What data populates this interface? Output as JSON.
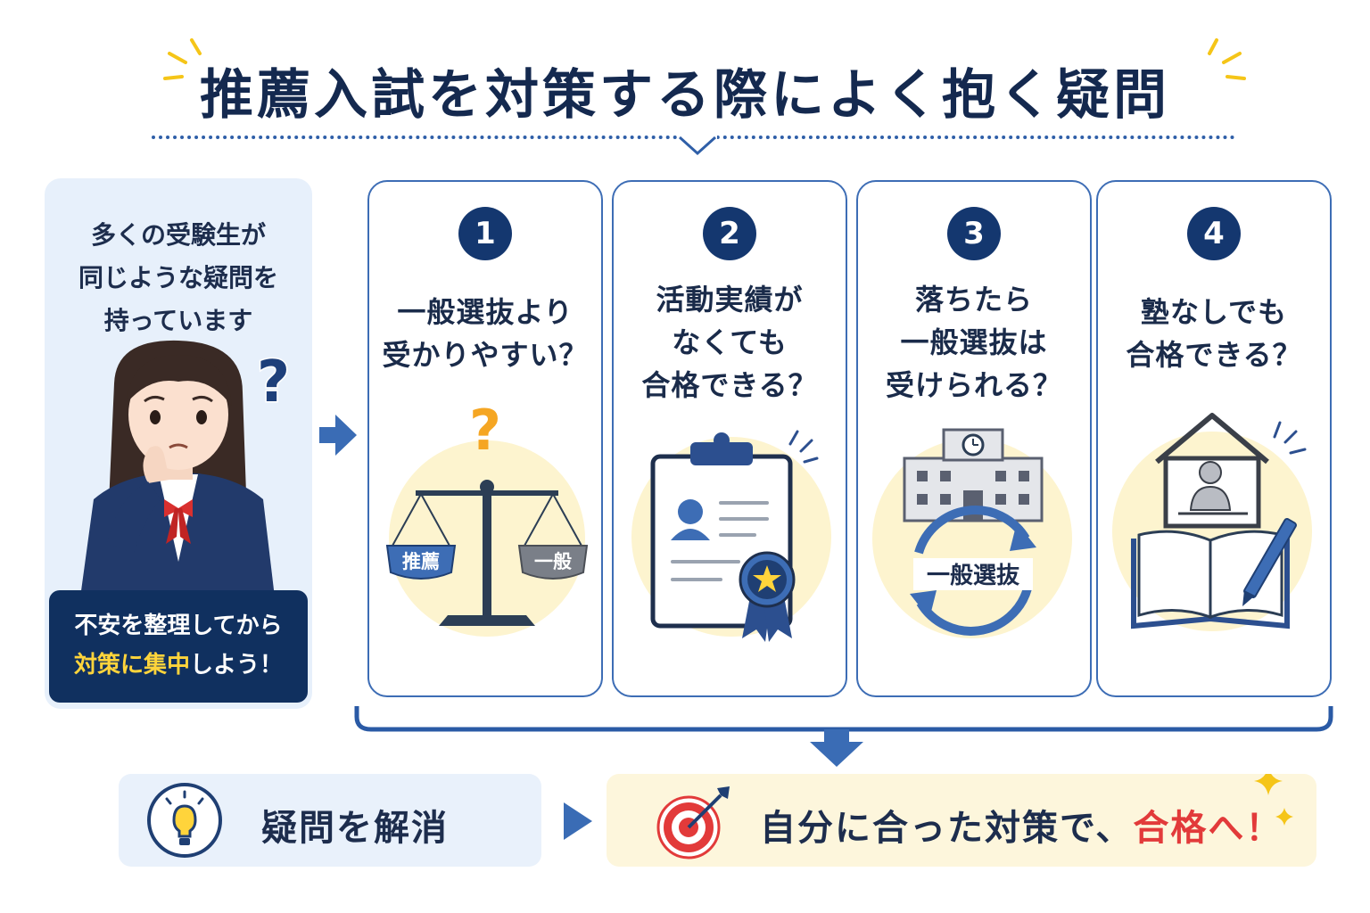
{
  "title": "推薦入試を対策する際によく抱く疑問",
  "left_panel": {
    "lines": [
      "多くの受験生が",
      "同じような疑問を",
      "持っています"
    ],
    "cta_line1": "不安を整理してから",
    "cta_hl": "対策に集中",
    "cta_rest": "しよう！"
  },
  "cards": [
    {
      "number": "1",
      "lines": [
        "一般選抜より",
        "受かりやすい？"
      ],
      "icon": "balance-scale-icon",
      "scale_left": "推薦",
      "scale_right": "一般"
    },
    {
      "number": "2",
      "lines": [
        "活動実績が",
        "なくても",
        "合格できる？"
      ],
      "icon": "clipboard-certificate-icon"
    },
    {
      "number": "3",
      "lines": [
        "落ちたら",
        "一般選抜は",
        "受けられる？"
      ],
      "icon": "school-cycle-icon",
      "cycle_label": "一般選抜"
    },
    {
      "number": "4",
      "lines": [
        "塾なしでも",
        "合格できる？"
      ],
      "icon": "home-study-icon"
    }
  ],
  "bottom": {
    "resolve": "疑問を解消",
    "goal_main": "自分に合った対策で、",
    "goal_hl": "合格へ！"
  },
  "colors": {
    "navy": "#14376f",
    "accent_blue": "#3d6db5",
    "highlight_yellow": "#ffd43b",
    "goal_red": "#e23a3a"
  }
}
